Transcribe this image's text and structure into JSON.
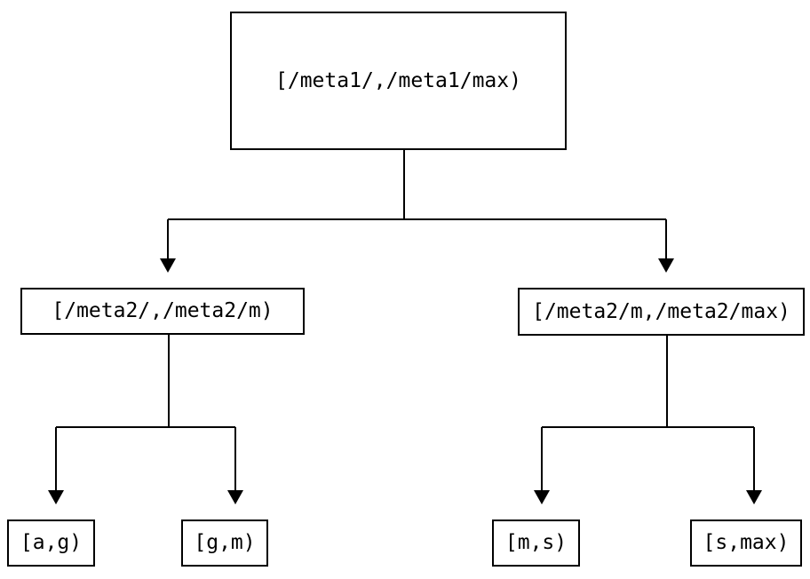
{
  "diagram": {
    "type": "tree",
    "description": "Two-level key-range partition tree",
    "nodes": {
      "root": {
        "label": "[/meta1/,/meta1/max)"
      },
      "left_mid": {
        "label": "[/meta2/,/meta2/m)"
      },
      "right_mid": {
        "label": "[/meta2/m,/meta2/max)"
      },
      "leaf_ag": {
        "label": "[a,g)"
      },
      "leaf_gm": {
        "label": "[g,m)"
      },
      "leaf_ms": {
        "label": "[m,s)"
      },
      "leaf_smax": {
        "label": "[s,max)"
      }
    },
    "edges": [
      {
        "from": "root",
        "to": "left_mid"
      },
      {
        "from": "root",
        "to": "right_mid"
      },
      {
        "from": "left_mid",
        "to": "leaf_ag"
      },
      {
        "from": "left_mid",
        "to": "leaf_gm"
      },
      {
        "from": "right_mid",
        "to": "leaf_ms"
      },
      {
        "from": "right_mid",
        "to": "leaf_smax"
      }
    ],
    "colors": {
      "line": "#000000",
      "text": "#000000",
      "background": "#ffffff"
    }
  }
}
